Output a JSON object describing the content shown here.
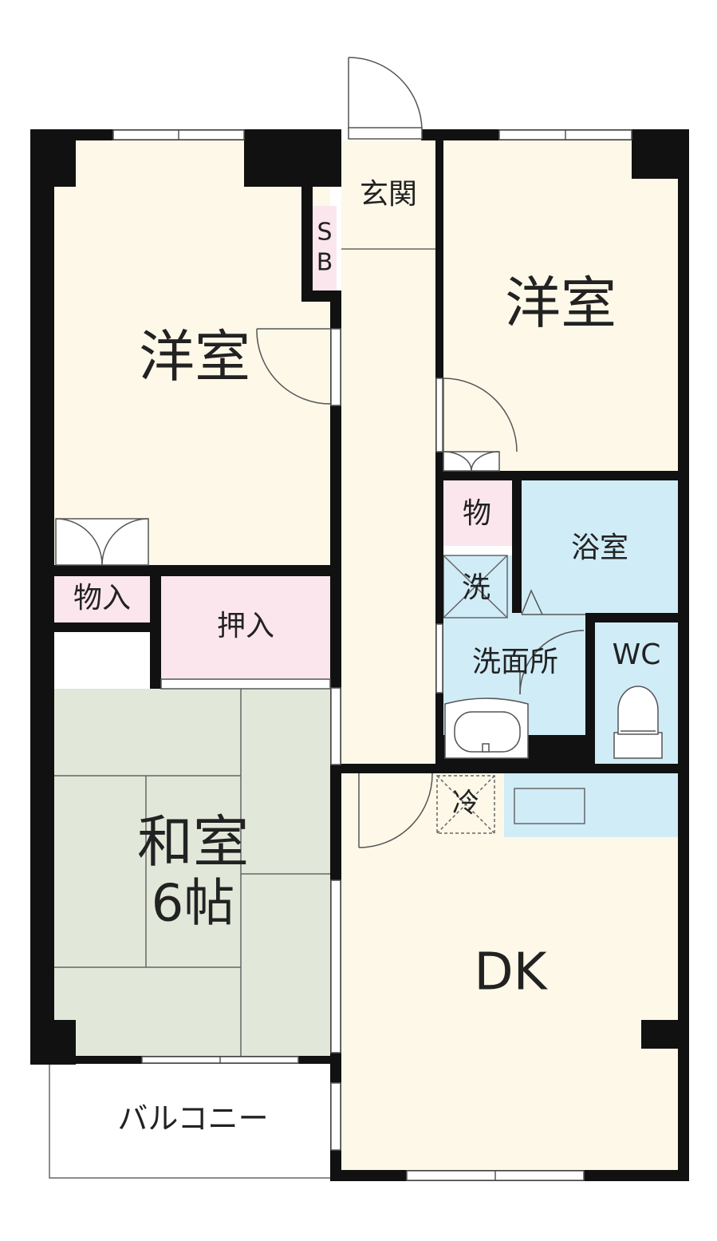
{
  "colors": {
    "room_western": "#fdf8e8",
    "room_japanese": "#e2e8d9",
    "storage": "#fce6ee",
    "water_area": "#d0ecf7",
    "wall": "#111111",
    "line": "#555555"
  },
  "rooms": {
    "western_left": "洋室",
    "western_right": "洋室",
    "entrance": "玄関",
    "shoe_box_s": "S",
    "shoe_box_b": "B",
    "closet_left": "物入",
    "oshiire": "押入",
    "japanese_line1": "和室",
    "japanese_line2": "6帖",
    "dk": "DK",
    "balcony": "バルコニー",
    "storage_right": "物",
    "bath": "浴室",
    "washer": "洗",
    "washroom": "洗面所",
    "wc": "WC",
    "fridge": "冷"
  },
  "icons": [
    "door-swing-icon",
    "toilet-icon",
    "washbasin-icon",
    "kitchen-sink-icon"
  ]
}
